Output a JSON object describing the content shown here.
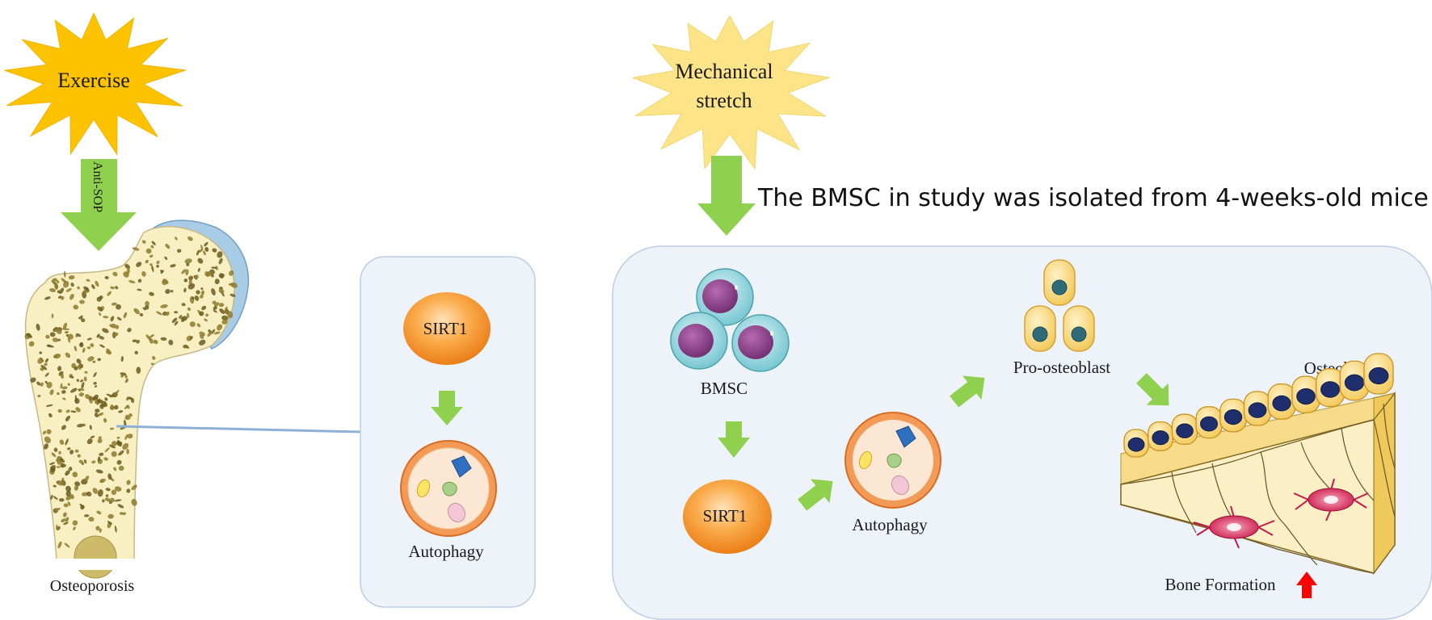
{
  "stimuli": {
    "exercise": "Exercise",
    "mechanical_line1": "Mechanical",
    "mechanical_line2": "stretch"
  },
  "arrow_labels": {
    "anti_sop": "Anti-SOP"
  },
  "study_note": "The BMSC in study was isolated from 4-weeks-old mice",
  "left": {
    "bone_label": "Osteoporosis"
  },
  "middle_panel": {
    "sirt1": "SIRT1",
    "autophagy": "Autophagy"
  },
  "right_panel": {
    "bmsc": "BMSC",
    "sirt1": "SIRT1",
    "autophagy": "Autophagy",
    "pro_osteoblast": "Pro-osteoblast",
    "osteoblast": "Osteoblast",
    "bone_formation": "Bone Formation"
  },
  "colors": {
    "arrow_green": "#8fd14f",
    "panel_fill": "#eef3fa",
    "panel_stroke": "#b9cde6",
    "sirt1_orange": "#f59a2a",
    "up_arrow_red": "#ff0000",
    "exercise_star": "#fdc200",
    "stretch_star": "#fde489"
  }
}
